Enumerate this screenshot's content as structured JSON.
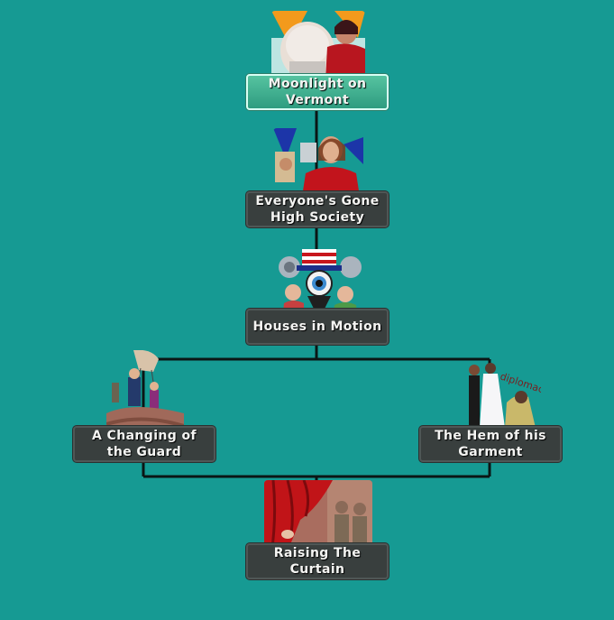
{
  "tree": {
    "nodes": [
      {
        "id": "moonlight",
        "label": "Moonlight on Vermont",
        "selected": true,
        "art": "portrait-art"
      },
      {
        "id": "high-society",
        "label": "Everyone's Gone High Society",
        "selected": false,
        "art": "politician-art"
      },
      {
        "id": "houses",
        "label": "Houses in Motion",
        "selected": false,
        "art": "uncle-sam-eye-art"
      },
      {
        "id": "guard",
        "label": "A Changing of the Guard",
        "selected": false,
        "art": "puppet-hand-art"
      },
      {
        "id": "hem",
        "label": "The Hem of his Garment",
        "selected": false,
        "art": "diplomacy-cartoon-art"
      },
      {
        "id": "curtain",
        "label": "Raising The Curtain",
        "selected": false,
        "art": "red-curtain-art"
      }
    ],
    "art_text": {
      "diplomacy": "diplomacy?"
    },
    "colors": {
      "background": "#169a93",
      "node_fill": "#393f3e",
      "node_selected_fill": "#3fae8e",
      "connector": "#0b1615",
      "label_text": "#f4f4f2"
    }
  }
}
